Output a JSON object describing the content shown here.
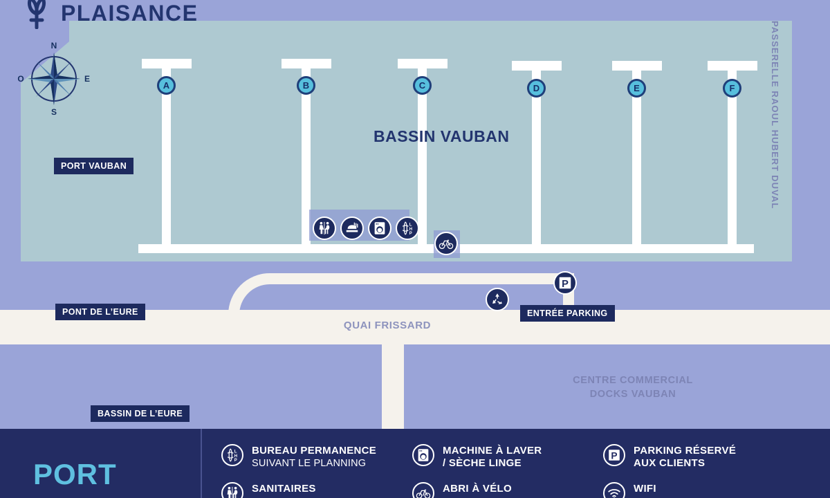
{
  "brand": {
    "title": "PLAISANCE",
    "logo_icon": "anchor-plant-logo"
  },
  "compass": {
    "north": "N",
    "south": "S",
    "east": "E",
    "west": "O"
  },
  "map": {
    "title": "BASSIN VAUBAN",
    "quai_label": "QUAI FRISSARD",
    "passerelle_label": "PASSERELLE RAOUL HUBERT DUVAL",
    "centre_commercial_line1": "CENTRE COMMERCIAL",
    "centre_commercial_line2": "DOCKS VAUBAN",
    "labels": [
      {
        "id": "port-vauban",
        "text": "PORT VAUBAN"
      },
      {
        "id": "pont-de-leure",
        "text": "PONT DE L’EURE"
      },
      {
        "id": "entree-parking",
        "text": "ENTRÉE PARKING"
      },
      {
        "id": "bassin-de-leure",
        "text": "BASSIN DE L’EURE"
      }
    ],
    "pontoons": [
      {
        "label": "A"
      },
      {
        "label": "B"
      },
      {
        "label": "C"
      },
      {
        "label": "D"
      },
      {
        "label": "E"
      },
      {
        "label": "F"
      }
    ],
    "map_icons": [
      {
        "name": "toilets-icon"
      },
      {
        "name": "shower-icon"
      },
      {
        "name": "washing-machine-icon"
      },
      {
        "name": "lhp-logo-icon"
      },
      {
        "name": "bicycle-icon"
      },
      {
        "name": "recycling-icon"
      },
      {
        "name": "parking-icon"
      }
    ]
  },
  "legend": {
    "brand_word": "PORT",
    "columns": [
      {
        "items": [
          {
            "icon": "lhp-logo-icon",
            "main": "BUREAU PERMANENCE",
            "sub": "SUIVANT LE PLANNING"
          },
          {
            "icon": "toilets-icon",
            "main": "SANITAIRES",
            "sub": ""
          }
        ]
      },
      {
        "items": [
          {
            "icon": "washing-machine-icon",
            "main": "MACHINE À LAVER",
            "sub": "/ SÈCHE LINGE"
          },
          {
            "icon": "bicycle-icon",
            "main": "ABRI À VÉLO",
            "sub": ""
          }
        ]
      },
      {
        "items": [
          {
            "icon": "parking-icon",
            "main": "PARKING RÉSERVÉ",
            "sub": "AUX CLIENTS"
          },
          {
            "icon": "wifi-icon",
            "main": "WIFI",
            "sub": ""
          }
        ]
      }
    ]
  },
  "colors": {
    "water": "#aec9d1",
    "land": "#9aa4d8",
    "quay": "#f5f2ec",
    "pier": "#ffffff",
    "navy": "#1d2a5e",
    "legend_bg": "#232c63",
    "marker_fill": "#57bfdd",
    "marker_ring": "#1f3f7a",
    "accent_cyan": "#5fc0e0",
    "muted_text": "#7d84b5"
  }
}
